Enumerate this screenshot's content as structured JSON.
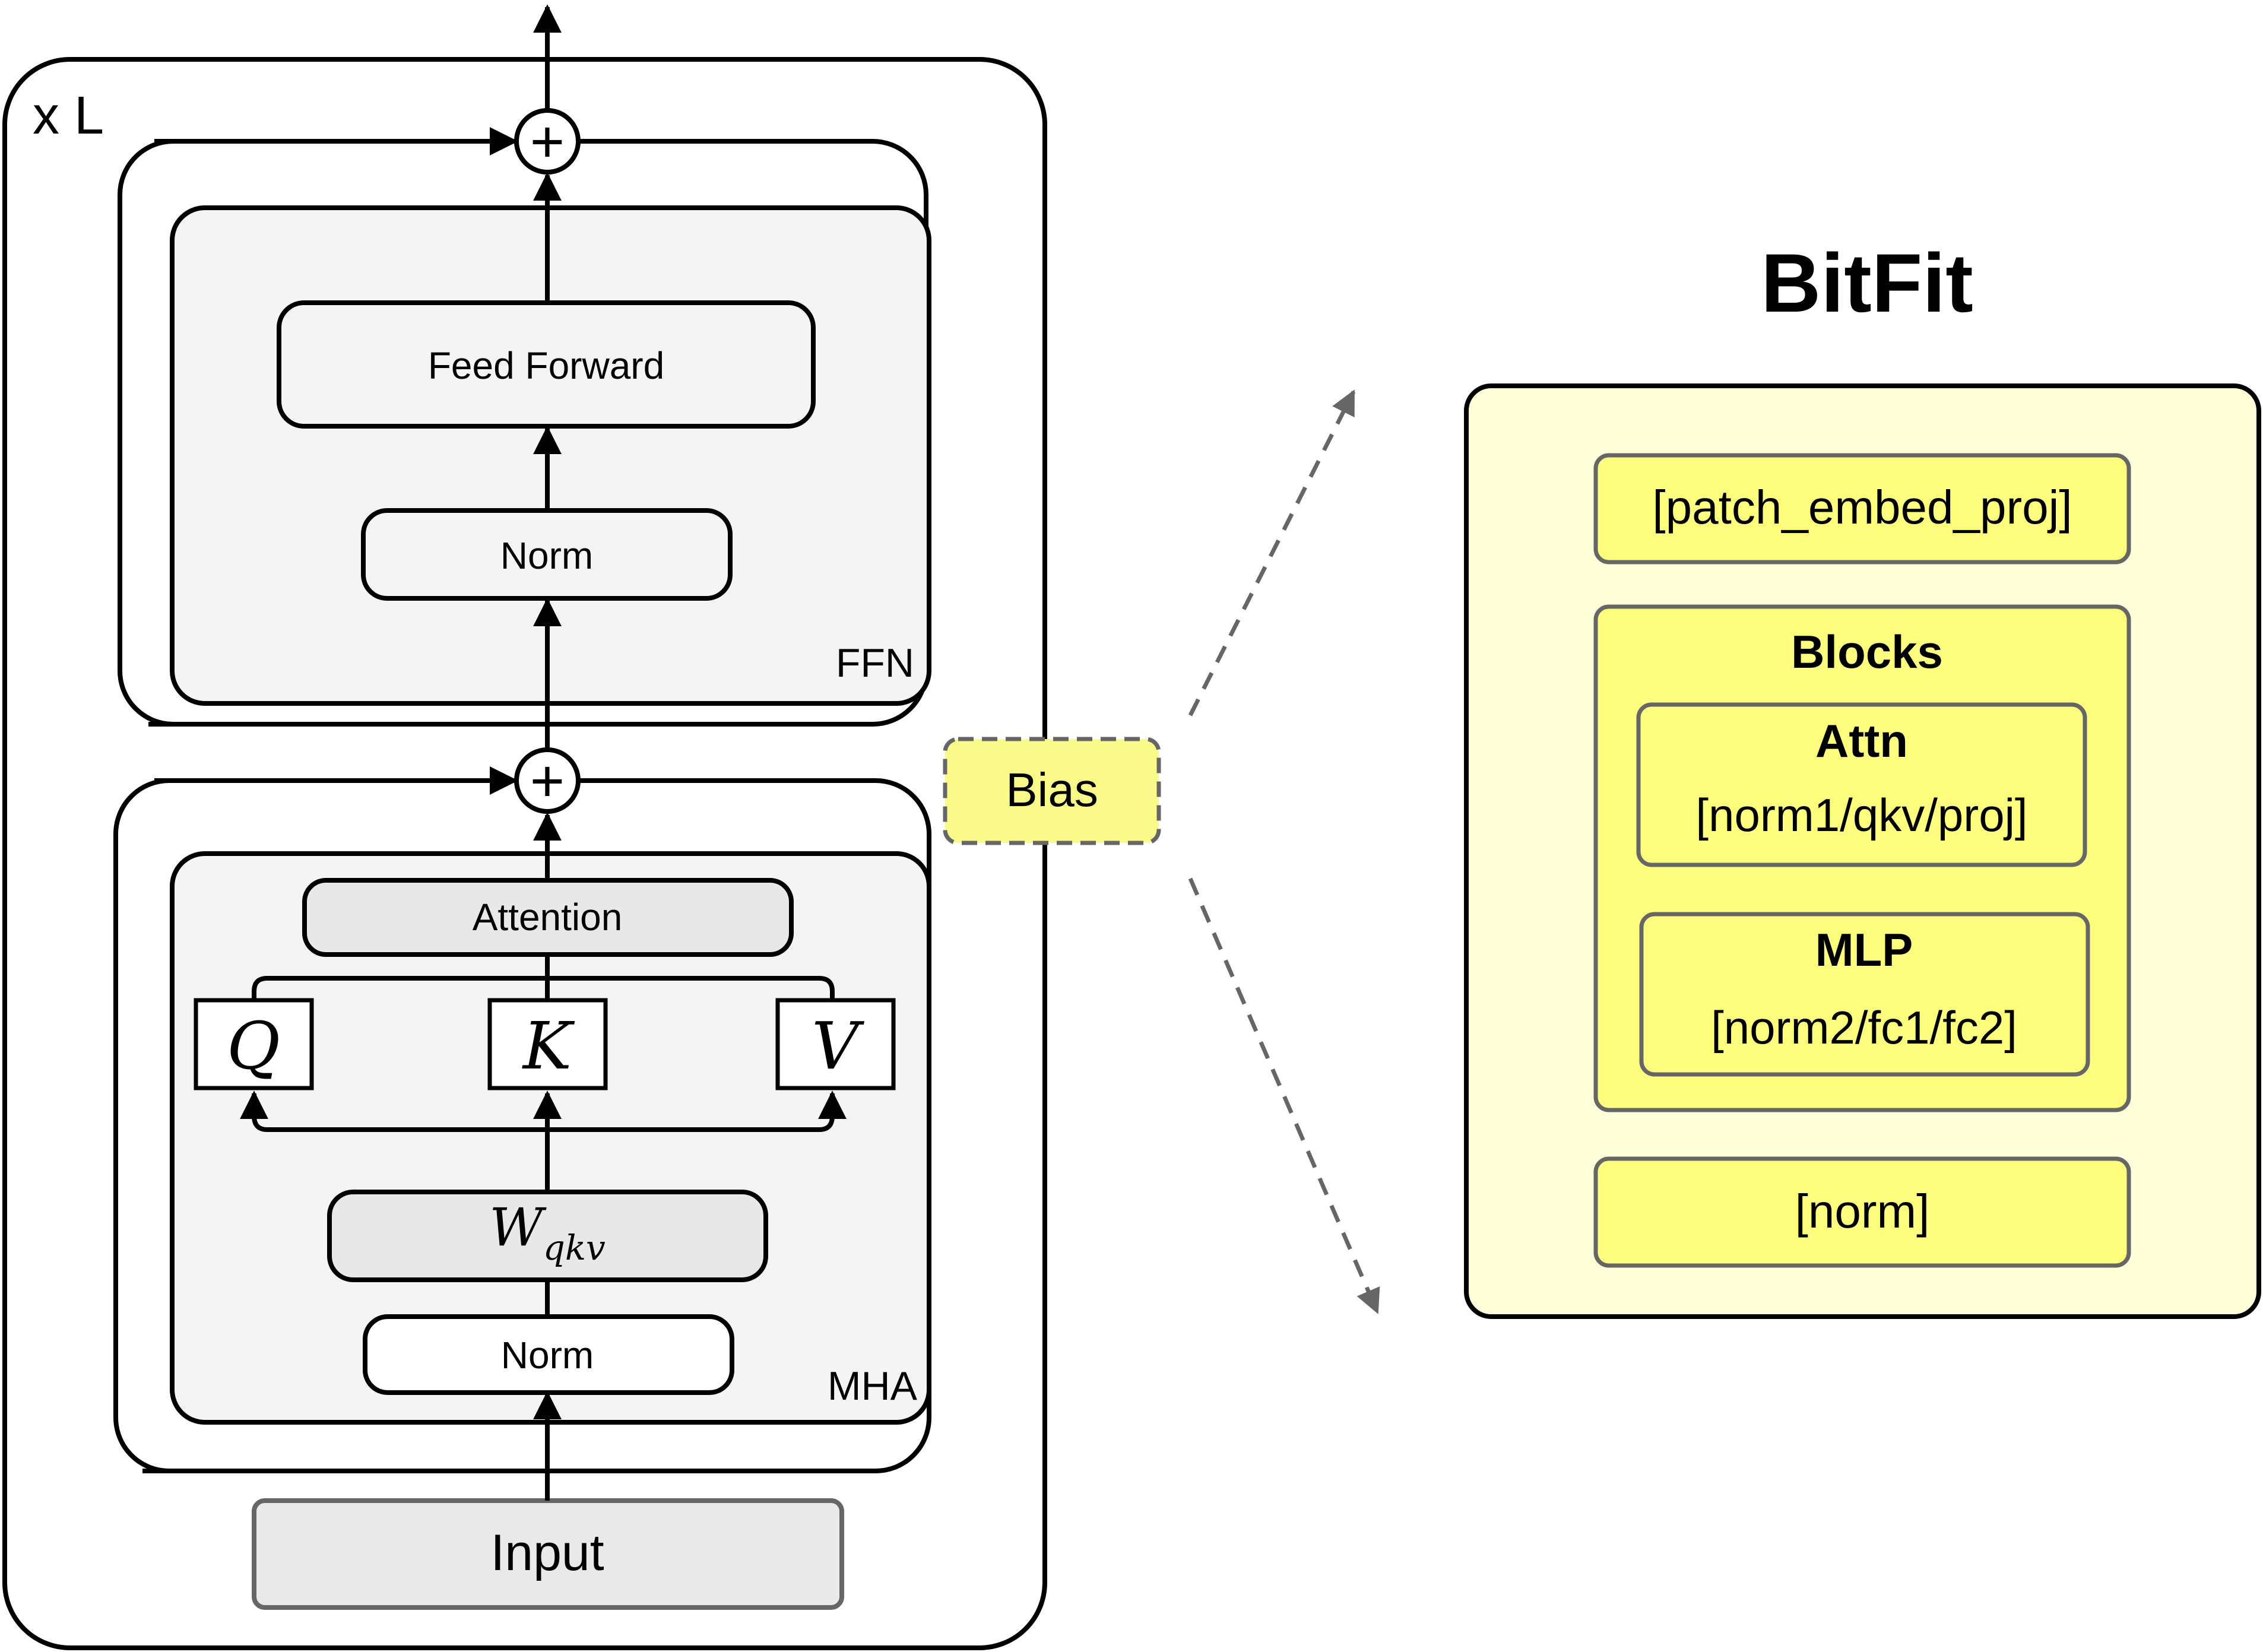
{
  "repeat_label": "x L",
  "ffn": {
    "label": "FFN",
    "feed_forward": "Feed Forward",
    "norm": "Norm"
  },
  "mha": {
    "label": "MHA",
    "attention": "Attention",
    "q": "Q",
    "k": "K",
    "v": "V",
    "w_base": "W",
    "w_sub": "qkv",
    "norm": "Norm"
  },
  "input_label": "Input",
  "plus_symbol": "+",
  "bias_label": "Bias",
  "bitfit": {
    "title": "BitFit",
    "patch_embed": "[patch_embed_proj]",
    "blocks_title": "Blocks",
    "attn_title": "Attn",
    "attn_params": "[norm1/qkv/proj]",
    "mlp_title": "MLP",
    "mlp_params": "[norm2/fc1/fc2]",
    "norm": "[norm]"
  },
  "colors": {
    "panel_gray": "#f4f4f4",
    "box_gray": "#e8e8e8",
    "input_gray": "#e9e9e9",
    "bitfit_bg": "#fefed8",
    "bitfit_box": "#fdfd7e",
    "bias_fill": "#fafa8a",
    "dash_gray": "#666666"
  }
}
